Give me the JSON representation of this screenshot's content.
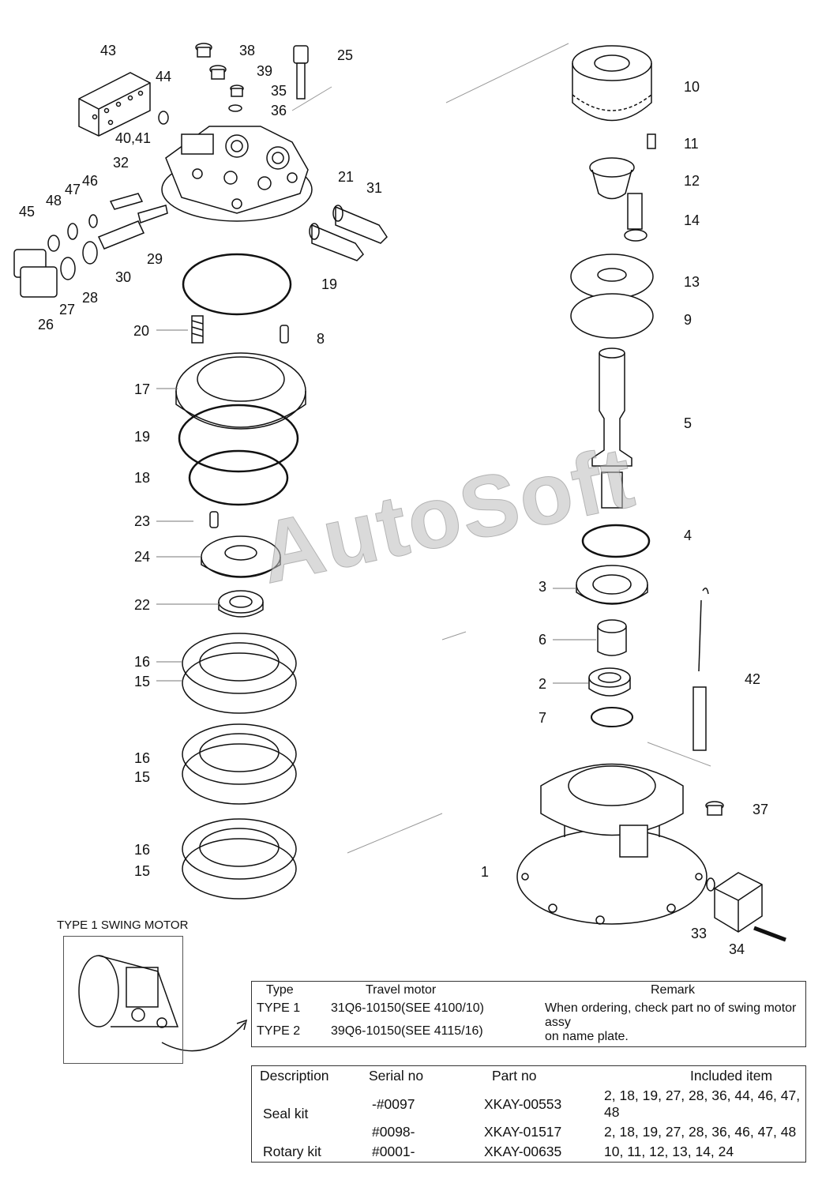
{
  "callouts": [
    {
      "id": "c43",
      "t": "43"
    },
    {
      "id": "c38",
      "t": "38"
    },
    {
      "id": "c25",
      "t": "25"
    },
    {
      "id": "c44",
      "t": "44"
    },
    {
      "id": "c39",
      "t": "39"
    },
    {
      "id": "c35",
      "t": "35"
    },
    {
      "id": "c36",
      "t": "36"
    },
    {
      "id": "c4041",
      "t": "40,41"
    },
    {
      "id": "c32",
      "t": "32"
    },
    {
      "id": "c21",
      "t": "21"
    },
    {
      "id": "c31",
      "t": "31"
    },
    {
      "id": "c46",
      "t": "46"
    },
    {
      "id": "c47",
      "t": "47"
    },
    {
      "id": "c48",
      "t": "48"
    },
    {
      "id": "c45",
      "t": "45"
    },
    {
      "id": "c29",
      "t": "29"
    },
    {
      "id": "c30",
      "t": "30"
    },
    {
      "id": "c28",
      "t": "28"
    },
    {
      "id": "c27",
      "t": "27"
    },
    {
      "id": "c26",
      "t": "26"
    },
    {
      "id": "c19a",
      "t": "19"
    },
    {
      "id": "c20",
      "t": "20"
    },
    {
      "id": "c8",
      "t": "8"
    },
    {
      "id": "c17",
      "t": "17"
    },
    {
      "id": "c19b",
      "t": "19"
    },
    {
      "id": "c18",
      "t": "18"
    },
    {
      "id": "c23",
      "t": "23"
    },
    {
      "id": "c24",
      "t": "24"
    },
    {
      "id": "c22",
      "t": "22"
    },
    {
      "id": "c16a",
      "t": "16"
    },
    {
      "id": "c15a",
      "t": "15"
    },
    {
      "id": "c16b",
      "t": "16"
    },
    {
      "id": "c15b",
      "t": "15"
    },
    {
      "id": "c16c",
      "t": "16"
    },
    {
      "id": "c15c",
      "t": "15"
    },
    {
      "id": "c10",
      "t": "10"
    },
    {
      "id": "c11",
      "t": "11"
    },
    {
      "id": "c12",
      "t": "12"
    },
    {
      "id": "c14",
      "t": "14"
    },
    {
      "id": "c13",
      "t": "13"
    },
    {
      "id": "c9",
      "t": "9"
    },
    {
      "id": "c5",
      "t": "5"
    },
    {
      "id": "c4",
      "t": "4"
    },
    {
      "id": "c3",
      "t": "3"
    },
    {
      "id": "c6",
      "t": "6"
    },
    {
      "id": "c2",
      "t": "2"
    },
    {
      "id": "c7",
      "t": "7"
    },
    {
      "id": "c42",
      "t": "42"
    },
    {
      "id": "c37",
      "t": "37"
    },
    {
      "id": "c1",
      "t": "1"
    },
    {
      "id": "c33",
      "t": "33"
    },
    {
      "id": "c34",
      "t": "34"
    }
  ],
  "watermark": "AutoSoft",
  "inset_title": "TYPE 1 SWING MOTOR",
  "type_table": {
    "headers": [
      "Type",
      "Travel motor",
      "Remark"
    ],
    "rows": [
      {
        "type": "TYPE 1",
        "motor": "31Q6-10150(SEE 4100/10)"
      },
      {
        "type": "TYPE 2",
        "motor": "39Q6-10150(SEE 4115/16)"
      }
    ],
    "remark_line1": "When ordering, check part no of swing motor assy",
    "remark_line2": "on name plate."
  },
  "kit_table": {
    "headers": [
      "Description",
      "Serial no",
      "Part no",
      "Included item"
    ],
    "seal_kit": "Seal kit",
    "rows": [
      {
        "serial": "-#0097",
        "part": "XKAY-00553",
        "items": "2, 18, 19, 27, 28, 36, 44, 46, 47, 48"
      },
      {
        "serial": "#0098-",
        "part": "XKAY-01517",
        "items": "2, 18, 19, 27, 28, 36, 46, 47, 48"
      }
    ],
    "rotary": {
      "desc": "Rotary kit",
      "serial": "#0001-",
      "part": "XKAY-00635",
      "items": "10, 11, 12, 13, 14, 24"
    }
  }
}
